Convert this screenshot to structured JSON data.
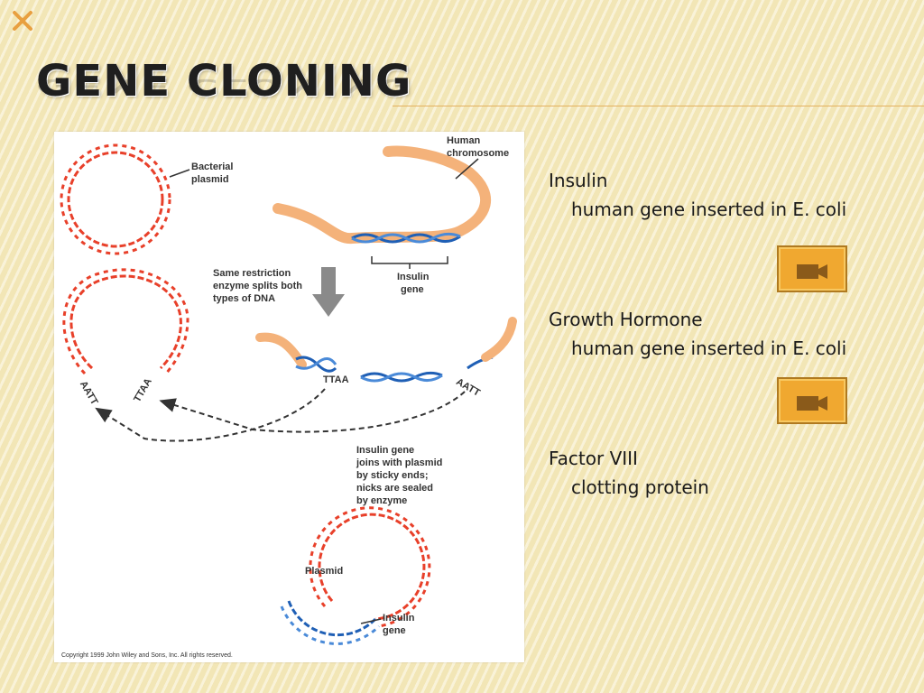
{
  "slide": {
    "title": "Gene Cloning",
    "title_display": "GENE CLONING"
  },
  "figure": {
    "labels": {
      "bacterial_plasmid": [
        "Bacterial",
        "plasmid"
      ],
      "human_chromosome": [
        "Human",
        "chromosome"
      ],
      "insulin_gene_top": [
        "Insulin",
        "gene"
      ],
      "restriction": [
        "Same restriction",
        "enzyme splits both",
        "types of DNA"
      ],
      "sticky_left_1": "AATT",
      "sticky_left_2": "TTAA",
      "sticky_right_1": "TTAA",
      "sticky_right_2": "AATT",
      "joins": [
        "Insulin gene",
        "joins with plasmid",
        "by sticky ends;",
        "nicks are sealed",
        "by enzyme"
      ],
      "plasmid": "Plasmid",
      "insulin_gene_bottom": [
        "Insulin",
        "gene"
      ],
      "copyright": "Copyright 1999 John Wiley and Sons, Inc. All rights reserved."
    }
  },
  "bullets": [
    {
      "title": "Insulin",
      "sub": "human gene inserted in E. coli"
    },
    {
      "title": "Growth Hormone",
      "sub": "human gene inserted in E. coli"
    },
    {
      "title": "Factor VIII",
      "sub": "clotting protein"
    }
  ],
  "icons": {
    "video": "video-camera-icon"
  },
  "colors": {
    "background": "#f6ecc4",
    "accent": "#e3b160",
    "plasmid_red": "#e8402a",
    "insulin_blue": "#1f5fb5",
    "chromosome_orange": "#f4b27a",
    "button": "#f0a830"
  }
}
